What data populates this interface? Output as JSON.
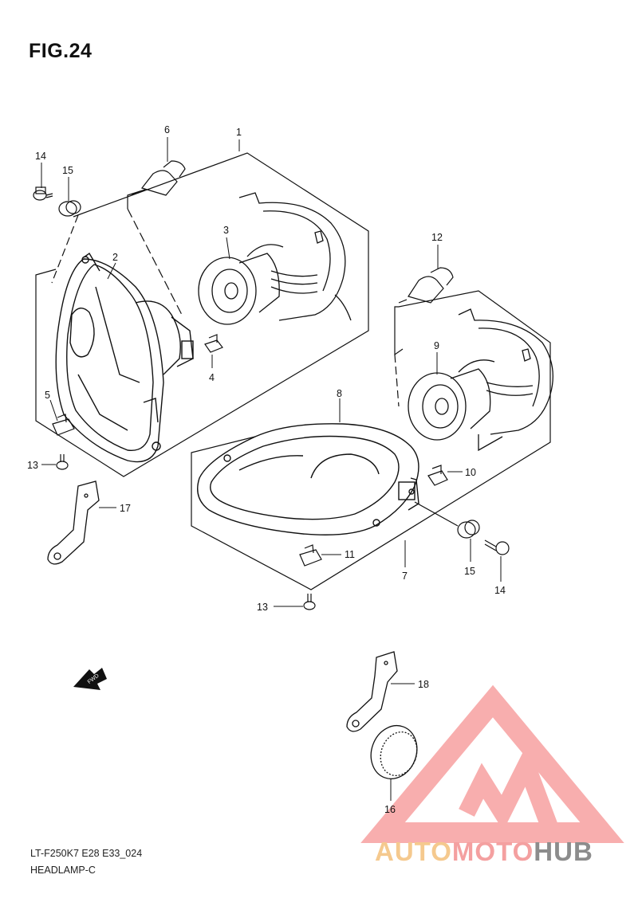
{
  "figure": {
    "title": "FIG.24",
    "code": "LT-F250K7 E28 E33_024",
    "name": "HEADLAMP-C"
  },
  "direction_arrow": {
    "label": "FWD"
  },
  "callouts": [
    "1",
    "2",
    "3",
    "4",
    "5",
    "6",
    "7",
    "8",
    "9",
    "10",
    "11",
    "12",
    "13",
    "13",
    "14",
    "14",
    "15",
    "15",
    "16",
    "17",
    "18"
  ],
  "watermark": {
    "segments": [
      "AUTO",
      "MOTO",
      "HUB"
    ],
    "colors": {
      "auto": "#f5c98e",
      "moto": "#f4a0a0",
      "hub": "#8c8c8c",
      "logo": "#f36c6c"
    }
  },
  "colors": {
    "ink": "#111111",
    "paper": "#ffffff"
  }
}
